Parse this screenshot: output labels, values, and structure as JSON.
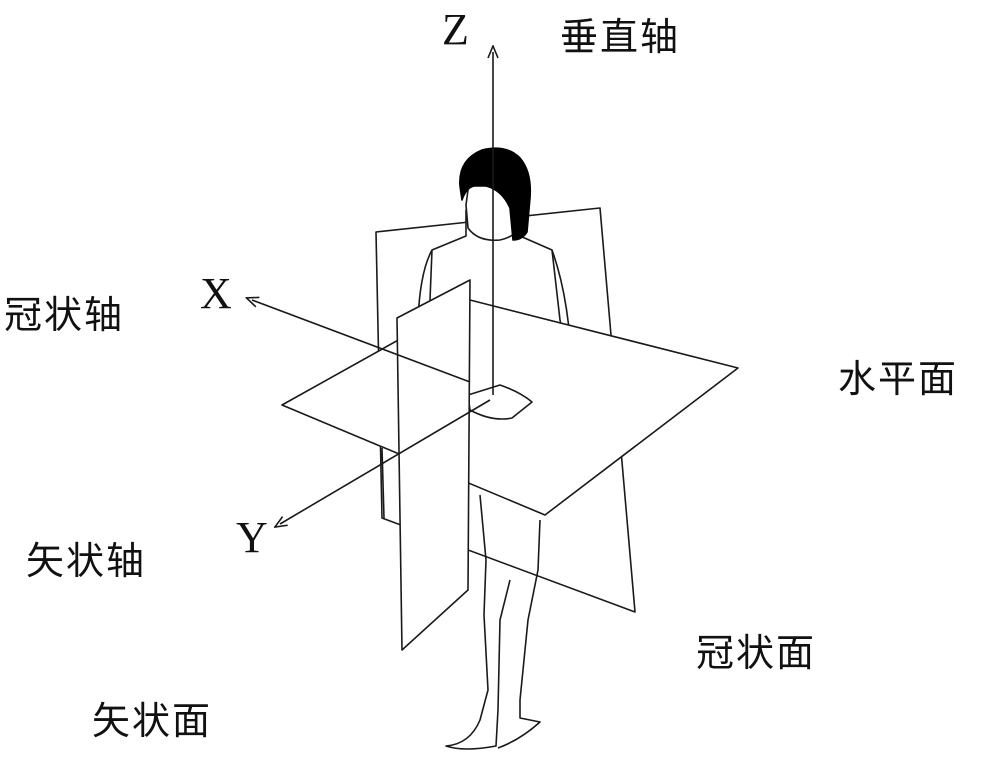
{
  "axes": {
    "z": {
      "letter": "Z",
      "name": "垂直轴"
    },
    "x": {
      "letter": "X",
      "name": "冠状轴"
    },
    "y": {
      "letter": "Y",
      "name": "矢状轴"
    }
  },
  "planes": {
    "horizontal": "水平面",
    "coronal": "冠状面",
    "sagittal": "矢状面"
  },
  "colors": {
    "line": "#1a1a1a",
    "hair": "#000000",
    "background": "#ffffff"
  }
}
